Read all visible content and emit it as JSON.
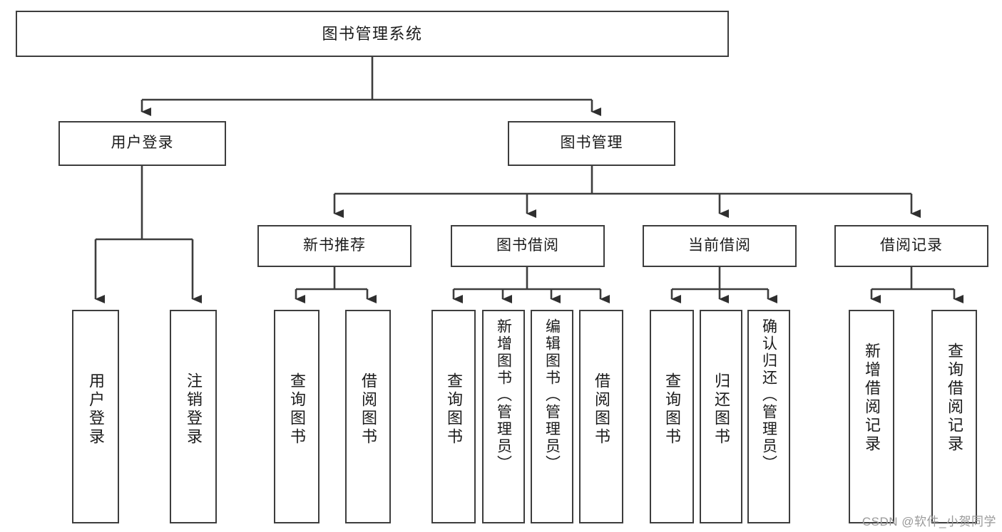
{
  "diagram": {
    "title": "图书管理系统",
    "type": "功能结构图",
    "background_color": "#ffffff",
    "border_color": "#3d3d3d",
    "text_color": "#1b1b1b"
  },
  "root": {
    "label": "图书管理系统"
  },
  "level2": [
    {
      "id": "user-login",
      "label": "用户登录"
    },
    {
      "id": "book-manage",
      "label": "图书管理"
    }
  ],
  "level3": [
    {
      "id": "new-book-recommend",
      "label": "新书推荐",
      "parent": "book-manage"
    },
    {
      "id": "book-borrow",
      "label": "图书借阅",
      "parent": "book-manage"
    },
    {
      "id": "current-borrow",
      "label": "当前借阅",
      "parent": "book-manage"
    },
    {
      "id": "borrow-record",
      "label": "借阅记录",
      "parent": "book-manage"
    }
  ],
  "leaves": {
    "user_login": [
      {
        "id": "leaf-user-login",
        "label": "用户登录"
      },
      {
        "id": "leaf-user-logout",
        "label": "注销登录"
      }
    ],
    "new_book_recommend": [
      {
        "id": "leaf-query-book-1",
        "label": "查询图书"
      },
      {
        "id": "leaf-borrow-book-1",
        "label": "借阅图书"
      }
    ],
    "book_borrow": [
      {
        "id": "leaf-query-book-2",
        "label": "查询图书"
      },
      {
        "id": "leaf-add-book",
        "label": "新增图书（管理员）"
      },
      {
        "id": "leaf-edit-book",
        "label": "编辑图书（管理员）"
      },
      {
        "id": "leaf-borrow-book-2",
        "label": "借阅图书"
      }
    ],
    "current_borrow": [
      {
        "id": "leaf-query-book-3",
        "label": "查询图书"
      },
      {
        "id": "leaf-return-book",
        "label": "归还图书"
      },
      {
        "id": "leaf-confirm-return",
        "label": "确认归还（管理员）"
      }
    ],
    "borrow_record": [
      {
        "id": "leaf-add-record",
        "label": "新增借阅记录"
      },
      {
        "id": "leaf-query-record",
        "label": "查询借阅记录"
      }
    ]
  },
  "watermark": {
    "text": "CSDN @软件_小贺同学"
  }
}
